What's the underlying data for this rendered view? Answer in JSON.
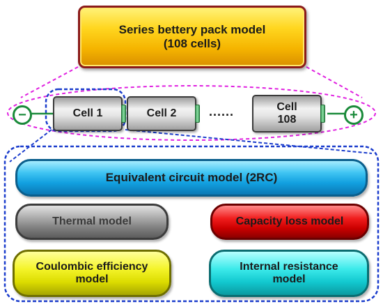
{
  "pack": {
    "line1": "Series bettery pack model",
    "line2": "(108 cells)"
  },
  "cells": [
    {
      "label": "Cell 1"
    },
    {
      "label": "Cell 2"
    },
    {
      "label_line1": "Cell",
      "label_line2": "108"
    }
  ],
  "ellipsis": "......",
  "terminals": {
    "negative": "−",
    "positive": "+"
  },
  "models": {
    "ecm": "Equivalent circuit model (2RC)",
    "thermal": "Thermal model",
    "capacity": "Capacity loss model",
    "coulombic": {
      "line1": "Coulombic efficiency",
      "line2": "model"
    },
    "internal": {
      "line1": "Internal resistance",
      "line2": "model"
    }
  },
  "colors": {
    "pack_fill": "#ffd61f",
    "pack_border": "#8b1a1a",
    "string_outline": "#e020e0",
    "detail_outline": "#1a3ccc",
    "terminal_green": "#1a8a3a",
    "ecm": "#12a0e0",
    "thermal": "#8a8a8a",
    "capacity": "#e00000",
    "coulombic": "#e8e800",
    "internal": "#20d4d8"
  }
}
